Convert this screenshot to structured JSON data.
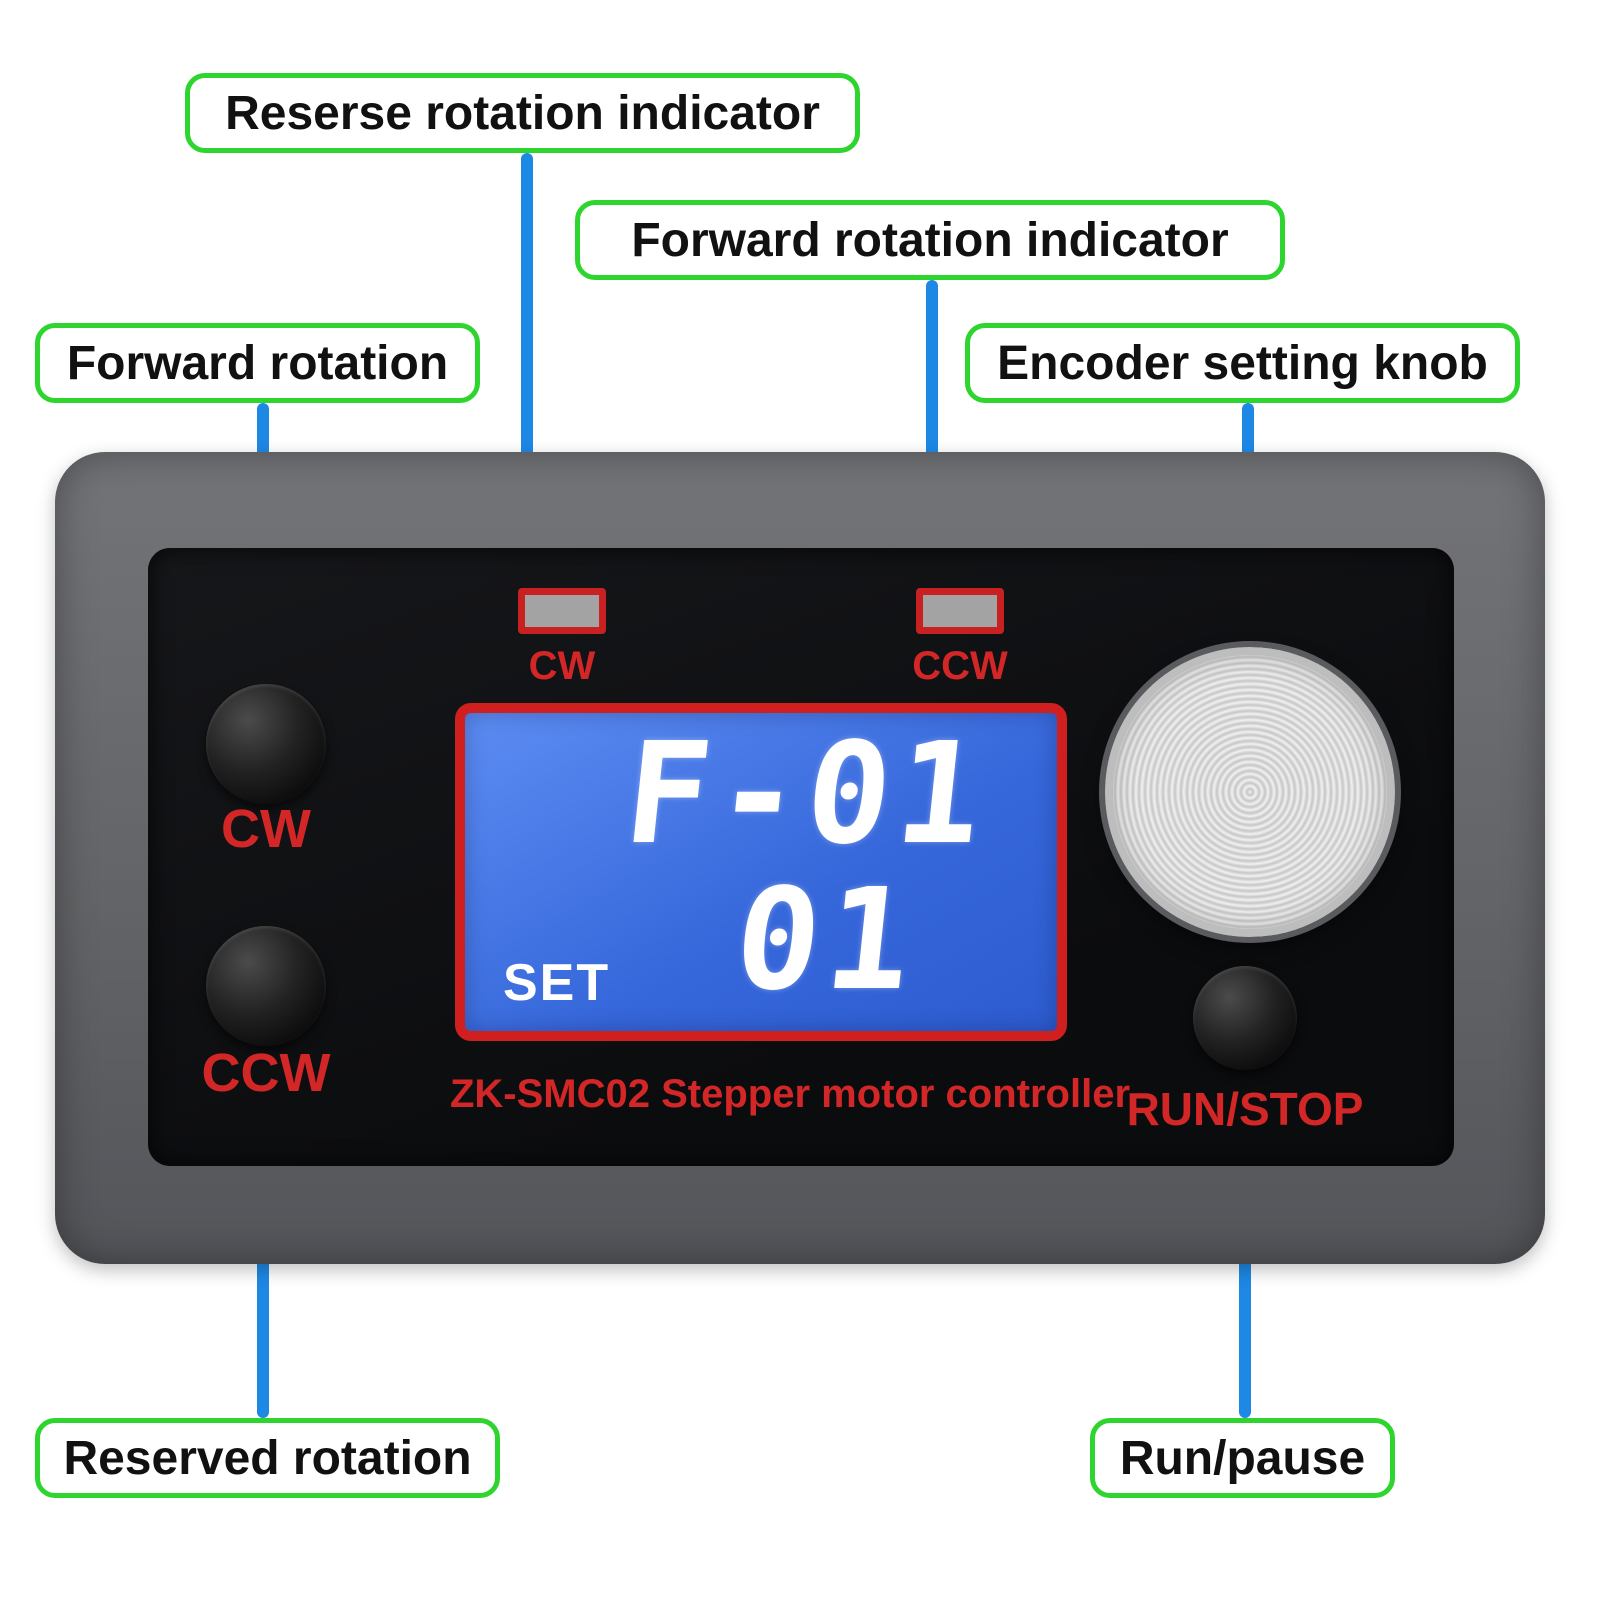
{
  "callouts": [
    {
      "id": "reverse-rotation-indicator",
      "label": "Reserse rotation indicator"
    },
    {
      "id": "forward-rotation-indicator",
      "label": "Forward rotation indicator"
    },
    {
      "id": "forward-rotation",
      "label": "Forward rotation"
    },
    {
      "id": "encoder-setting-knob",
      "label": "Encoder setting knob"
    },
    {
      "id": "reserved-rotation",
      "label": "Reserved rotation"
    },
    {
      "id": "run-pause",
      "label": "Run/pause"
    }
  ],
  "device": {
    "indicators": {
      "cw_label": "CW",
      "ccw_label": "CCW"
    },
    "buttons": {
      "cw_label": "CW",
      "ccw_label": "CCW",
      "run_stop_label": "RUN/STOP"
    },
    "lcd": {
      "line1": "F-01",
      "line2": "01",
      "set_label": "SET"
    },
    "model_text": "ZK-SMC02  Stepper motor controller"
  },
  "colors": {
    "callout_green": "#2ed52e",
    "connector_blue": "#1e88e5",
    "label_red": "#d32727",
    "lcd_blue": "#3566da",
    "lcd_border_red": "#cf1f1f"
  }
}
